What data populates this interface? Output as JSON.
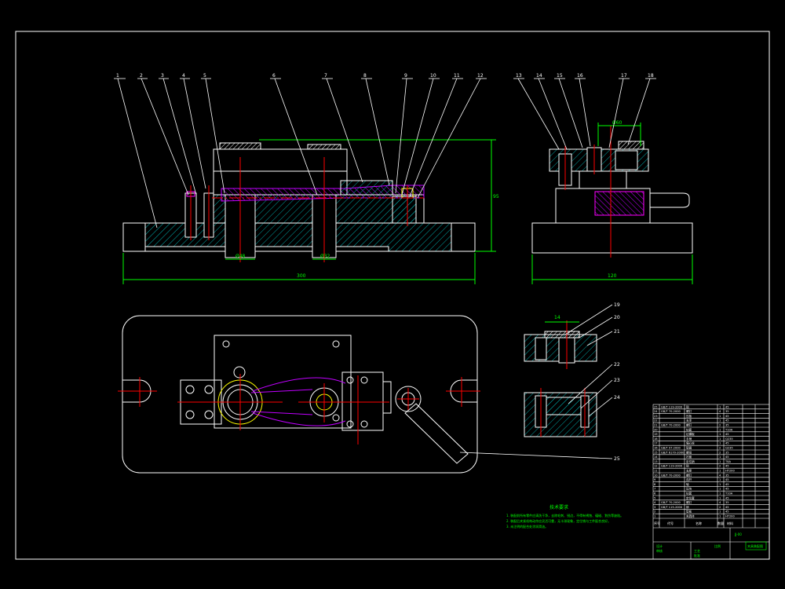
{
  "colors": {
    "background": "#000000",
    "outline": "#ffffff",
    "dimension": "#00ff00",
    "centerline": "#ff0000",
    "hatch": "#00b0b0",
    "linkage": "#c000ff",
    "title_block": "#00ff00"
  },
  "balloons_front": [
    "1",
    "2",
    "3",
    "4",
    "5",
    "6",
    "7",
    "8",
    "9",
    "10",
    "11",
    "12"
  ],
  "balloons_side": [
    "13",
    "14",
    "15",
    "16",
    "17",
    "18"
  ],
  "balloons_details": [
    "19",
    "20",
    "21",
    "22",
    "23",
    "24",
    "25"
  ],
  "dimensions": {
    "overall_length": "300",
    "overall_height": "95",
    "bore_left": "Ø48",
    "bore_center": "Ø32",
    "side_width": "120",
    "side_top": "Ø60",
    "detail_top": "14"
  },
  "tech_requirements": {
    "title": "技术要求",
    "lines": [
      "1. 装配前所有零件应清洗干净，去除毛刺、锐边，不得有锈蚀、磕碰、划伤等缺陷。",
      "2. 装配后夹紧机构动作应灵活可靠，无卡滞现象，定位销与工件配合良好。",
      "3. 未注明的配合处涂润滑油。"
    ]
  },
  "title_block": {
    "bom_rows": [
      [
        "25",
        "GB/T 119-2000",
        "销",
        "1",
        "45"
      ],
      [
        "24",
        "GB/T 70-2000",
        "螺钉",
        "4",
        "35"
      ],
      [
        "23",
        "",
        "压板",
        "1",
        "45"
      ],
      [
        "22",
        "",
        "支承",
        "1",
        "45"
      ],
      [
        "21",
        "GB/T 70-2000",
        "螺钉",
        "2",
        "35"
      ],
      [
        "20",
        "",
        "钻套",
        "1",
        "T10A"
      ],
      [
        "19",
        "",
        "钻模板",
        "1",
        "45"
      ],
      [
        "18",
        "",
        "手柄",
        "1",
        "Q235"
      ],
      [
        "17",
        "",
        "偏心轮",
        "1",
        "45"
      ],
      [
        "16",
        "GB/T 97-2000",
        "垫圈",
        "2",
        "Q235"
      ],
      [
        "15",
        "GB/T 6170-2000",
        "螺母",
        "2",
        "35"
      ],
      [
        "14",
        "",
        "衬套",
        "1",
        "45"
      ],
      [
        "13",
        "",
        "定位销",
        "1",
        "T8A"
      ],
      [
        "12",
        "GB/T 119-2000",
        "销",
        "2",
        "45"
      ],
      [
        "11",
        "",
        "支座",
        "1",
        "HT200"
      ],
      [
        "10",
        "GB/T 70-2000",
        "螺钉",
        "4",
        "35"
      ],
      [
        "9",
        "",
        "连杆",
        "1",
        "45"
      ],
      [
        "8",
        "",
        "轴",
        "1",
        "45"
      ],
      [
        "7",
        "",
        "压块",
        "1",
        "45"
      ],
      [
        "6",
        "",
        "钻套",
        "1",
        "T10A"
      ],
      [
        "5",
        "",
        "定位套",
        "1",
        "45"
      ],
      [
        "4",
        "GB/T 70-2000",
        "螺钉",
        "4",
        "35"
      ],
      [
        "3",
        "GB/T 119-2000",
        "销",
        "2",
        "45"
      ],
      [
        "2",
        "",
        "垫板",
        "1",
        "45"
      ],
      [
        "1",
        "",
        "夹具体",
        "1",
        "HT200"
      ]
    ],
    "header_labels": [
      "序号",
      "代号",
      "名称",
      "数量",
      "材料"
    ],
    "drawing_name": "夹具装配图",
    "drawing_no": "JJ-00",
    "sign_labels": [
      "设计",
      "审核",
      "工艺",
      "批准"
    ],
    "scale_label": "比例"
  }
}
